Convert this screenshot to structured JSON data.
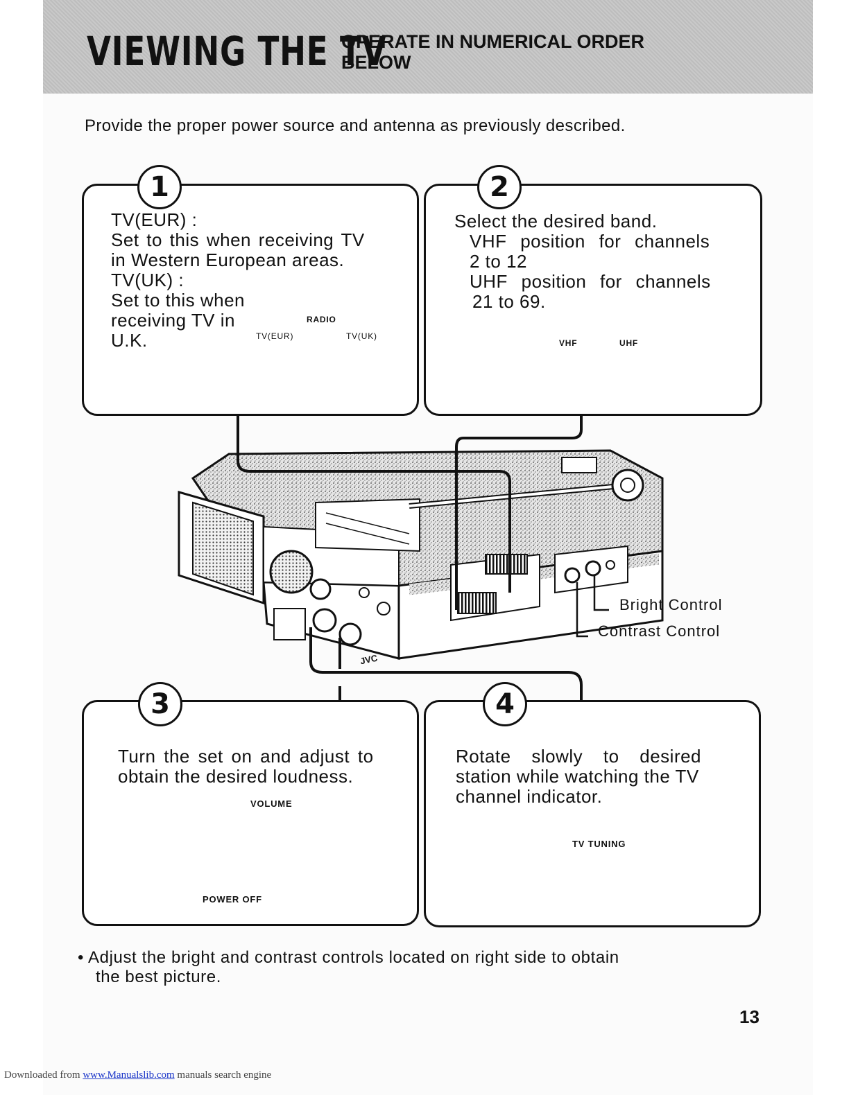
{
  "header": {
    "title": "VIEWING THE TV",
    "subtitle_line1": "OPERATE IN NUMERICAL ORDER",
    "subtitle_line2": "BELOW"
  },
  "intro": "Provide the proper power source and antenna as previously described.",
  "steps": [
    {
      "number": "1",
      "lines": [
        "TV(EUR) :",
        "Set to this when receiving TV",
        "in Western European areas.",
        "TV(UK) :",
        "Set to this when",
        "receiving TV in",
        "U.K."
      ],
      "switch_labels": {
        "left": "TV(EUR)",
        "middle": "RADIO",
        "right": "TV(UK)"
      }
    },
    {
      "number": "2",
      "lines": [
        "Select the desired band.",
        "VHF position for channels",
        "2 to 12",
        "UHF position for channels",
        "21 to 69."
      ],
      "switch_labels": {
        "left": "VHF",
        "right": "UHF"
      }
    },
    {
      "number": "3",
      "lines": [
        "Turn the set on and adjust to",
        "obtain the desired loudness."
      ],
      "knob_label": "VOLUME",
      "off_label": "POWER OFF"
    },
    {
      "number": "4",
      "lines": [
        "Rotate slowly to desired",
        "station while watching the TV",
        "channel indicator."
      ],
      "knob_label": "TV TUNING"
    }
  ],
  "callouts": {
    "bright": "Bright Control",
    "contrast": "Contrast Control"
  },
  "device_brand": "JVC",
  "note": {
    "bullet": "•",
    "line1": "Adjust the bright and contrast controls located on right side to obtain",
    "line2": "the best picture."
  },
  "page_number": "13",
  "footer": {
    "prefix": "Downloaded from ",
    "link": "www.Manualslib.com",
    "suffix": " manuals search engine"
  }
}
